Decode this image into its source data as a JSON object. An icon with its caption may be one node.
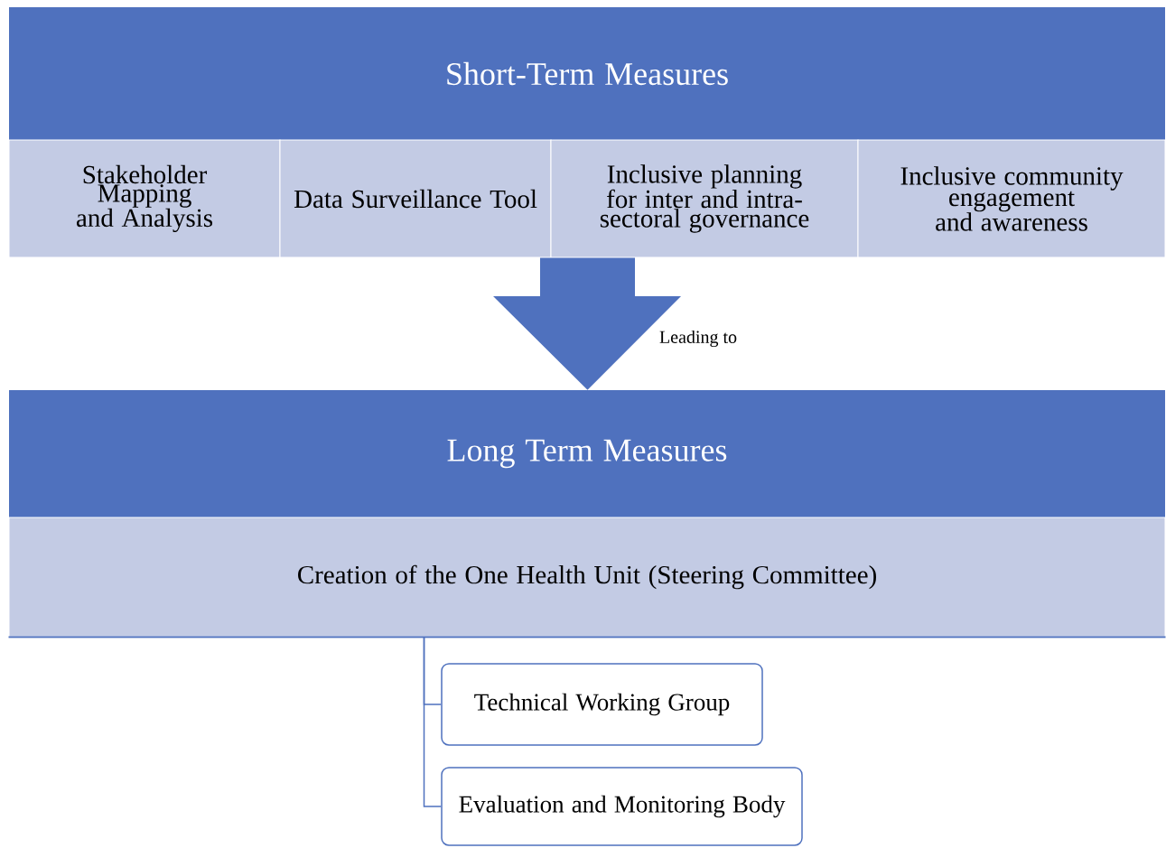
{
  "diagram": {
    "nodes": [
      {
        "text": [
          "Short-Term Measures"
        ]
      },
      {
        "text": [
          "Stakeholder Mapping and Analysis"
        ]
      },
      {
        "text": [
          "Data Surveillance Tool"
        ]
      },
      {
        "text": [
          "Inclusive planning for inter and intra-sectoral governance"
        ]
      },
      {
        "text": [
          "Inclusive community engagement and awareness"
        ]
      },
      {
        "text": [
          "Long Term Measures"
        ]
      },
      {
        "text": [
          "Creation of the One Health Unit (Steering Committee)"
        ]
      },
      {
        "text": [
          "Technical Working Group"
        ]
      },
      {
        "text": [
          "Evaluation and Monitoring Body"
        ]
      }
    ],
    "edges": [
      {
        "from": 3,
        "to": 5,
        "arrow": "to",
        "label": "Leading to",
        "style": "thick"
      },
      {
        "from": 6,
        "to": 7,
        "arrow": "none"
      },
      {
        "from": 6,
        "to": 8,
        "arrow": "none"
      }
    ]
  }
}
